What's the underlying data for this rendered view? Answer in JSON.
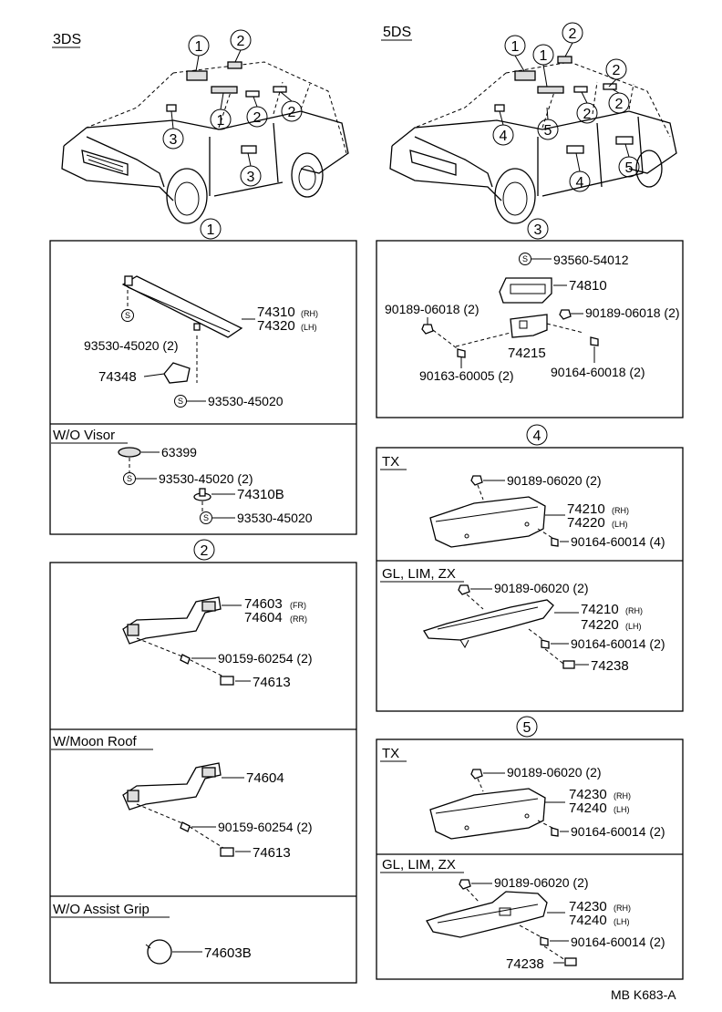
{
  "headings": {
    "left_model": "3DS",
    "right_model": "5DS"
  },
  "callouts": {
    "c1": "1",
    "c2": "2",
    "c3": "3",
    "c4": "4",
    "c5": "5"
  },
  "screw_mark": "S",
  "panel1": {
    "label_74310": "74310",
    "label_74320": "74320",
    "rh": "(RH)",
    "lh": "(LH)",
    "screw_a": "93530-45020 (2)",
    "clip": "74348",
    "screw_b": "93530-45020",
    "sub_title": "W/O Visor",
    "cap": "63399",
    "screw_c": "93530-45020 (2)",
    "hook": "74310B",
    "screw_d": "93530-45020"
  },
  "panel2": {
    "grip_a": "74603",
    "fr": "(FR)",
    "grip_b": "74604",
    "rr": "(RR)",
    "screw_a": "90159-60254 (2)",
    "cover_a": "74613",
    "moon_title": "W/Moon Roof",
    "grip_c": "74604",
    "screw_b": "90159-60254 (2)",
    "cover_b": "74613",
    "assist_title": "W/O Assist Grip",
    "plug": "74603B"
  },
  "panel3": {
    "screw_top": "93560-54012",
    "pocket": "74810",
    "nut_left": "90189-06018 (2)",
    "nut_right": "90189-06018 (2)",
    "bracket": "74215",
    "screw_left": "90163-60005 (2)",
    "screw_right": "90164-60018 (2)"
  },
  "panel4": {
    "tx_title": "TX",
    "tx_nut": "90189-06020 (2)",
    "tx_a": "74210",
    "rh": "(RH)",
    "tx_b": "74220",
    "lh": "(LH)",
    "tx_screw": "90164-60014 (4)",
    "gl_title": "GL, LIM, ZX",
    "gl_nut": "90189-06020 (2)",
    "gl_a": "74210",
    "gl_b": "74220",
    "gl_screw": "90164-60014 (2)",
    "gl_cap": "74238"
  },
  "panel5": {
    "tx_title": "TX",
    "tx_nut": "90189-06020 (2)",
    "tx_a": "74230",
    "rh": "(RH)",
    "tx_b": "74240",
    "lh": "(LH)",
    "tx_screw": "90164-60014 (2)",
    "gl_title": "GL, LIM, ZX",
    "gl_nut": "90189-06020 (2)",
    "gl_a": "74230",
    "gl_b": "74240",
    "gl_screw": "90164-60014 (2)",
    "gl_cap": "74238"
  },
  "footer": {
    "code": "MB K683-A"
  }
}
